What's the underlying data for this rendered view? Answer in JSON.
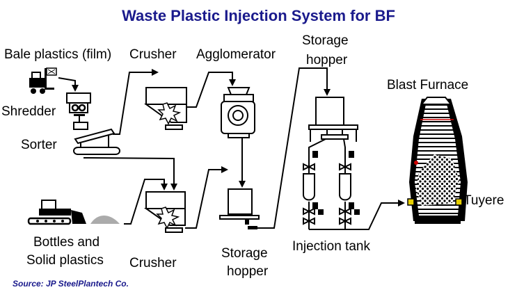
{
  "title": "Waste Plastic Injection System for BF",
  "source": "Source: JP SteelPlantech Co.",
  "labels": {
    "bale_plastics": "Bale plastics (film)",
    "crusher_top": "Crusher",
    "agglomerator": "Agglomerator",
    "storage_hopper_top_1": "Storage",
    "storage_hopper_top_2": "hopper",
    "blast_furnace": "Blast Furnace",
    "shredder": "Shredder",
    "sorter": "Sorter",
    "tuyere": "Tuyere",
    "bottles_1": "Bottles and",
    "bottles_2": "Solid plastics",
    "crusher_bottom": "Crusher",
    "storage_hopper_bottom_1": "Storage",
    "storage_hopper_bottom_2": "hopper",
    "injection_tank": "Injection tank"
  },
  "colors": {
    "title": "#1a1a8c",
    "line": "#000000",
    "tuyere": "#e8d000",
    "hot_zone": "#cc0000"
  }
}
